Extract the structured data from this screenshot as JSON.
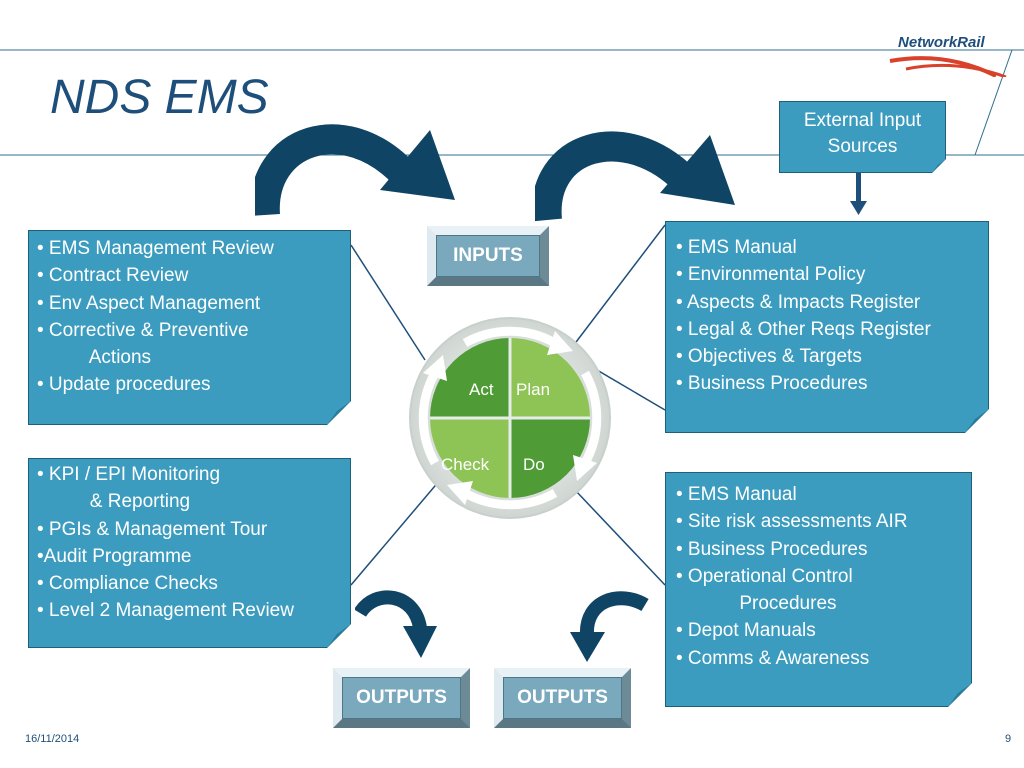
{
  "title": "NDS EMS",
  "logo": {
    "text": "NetworkRail",
    "color": "#1e4f7a",
    "accent": "#d9412b"
  },
  "external_input": {
    "line1": "External Input",
    "line2": "Sources"
  },
  "inputs_label": "INPUTS",
  "outputs_left_label": "OUTPUTS",
  "outputs_right_label": "OUTPUTS",
  "cycle": {
    "act": "Act",
    "plan": "Plan",
    "check": "Check",
    "do": "Do"
  },
  "act_box": [
    "• EMS Management Review",
    "• Contract Review",
    "• Env Aspect Management",
    "• Corrective & Preventive",
    "          Actions",
    "• Update procedures"
  ],
  "plan_box": [
    "• EMS Manual",
    "• Environmental Policy",
    "• Aspects & Impacts Register",
    "• Legal & Other Reqs Register",
    "• Objectives & Targets",
    "• Business Procedures"
  ],
  "check_box": [
    "• KPI / EPI Monitoring",
    "          & Reporting",
    "• PGIs & Management Tour",
    "•Audit Programme",
    "• Compliance Checks",
    "• Level 2 Management Review"
  ],
  "do_box": [
    "• EMS Manual",
    "• Site risk assessments AIR",
    "• Business Procedures",
    "• Operational Control",
    "            Procedures",
    "• Depot Manuals",
    "• Comms & Awareness"
  ],
  "footer": {
    "date": "16/11/2014",
    "page": "9"
  },
  "colors": {
    "note_fill": "#3b9cbf",
    "title": "#1e4f7a",
    "cycle_green": "#56a43a"
  }
}
